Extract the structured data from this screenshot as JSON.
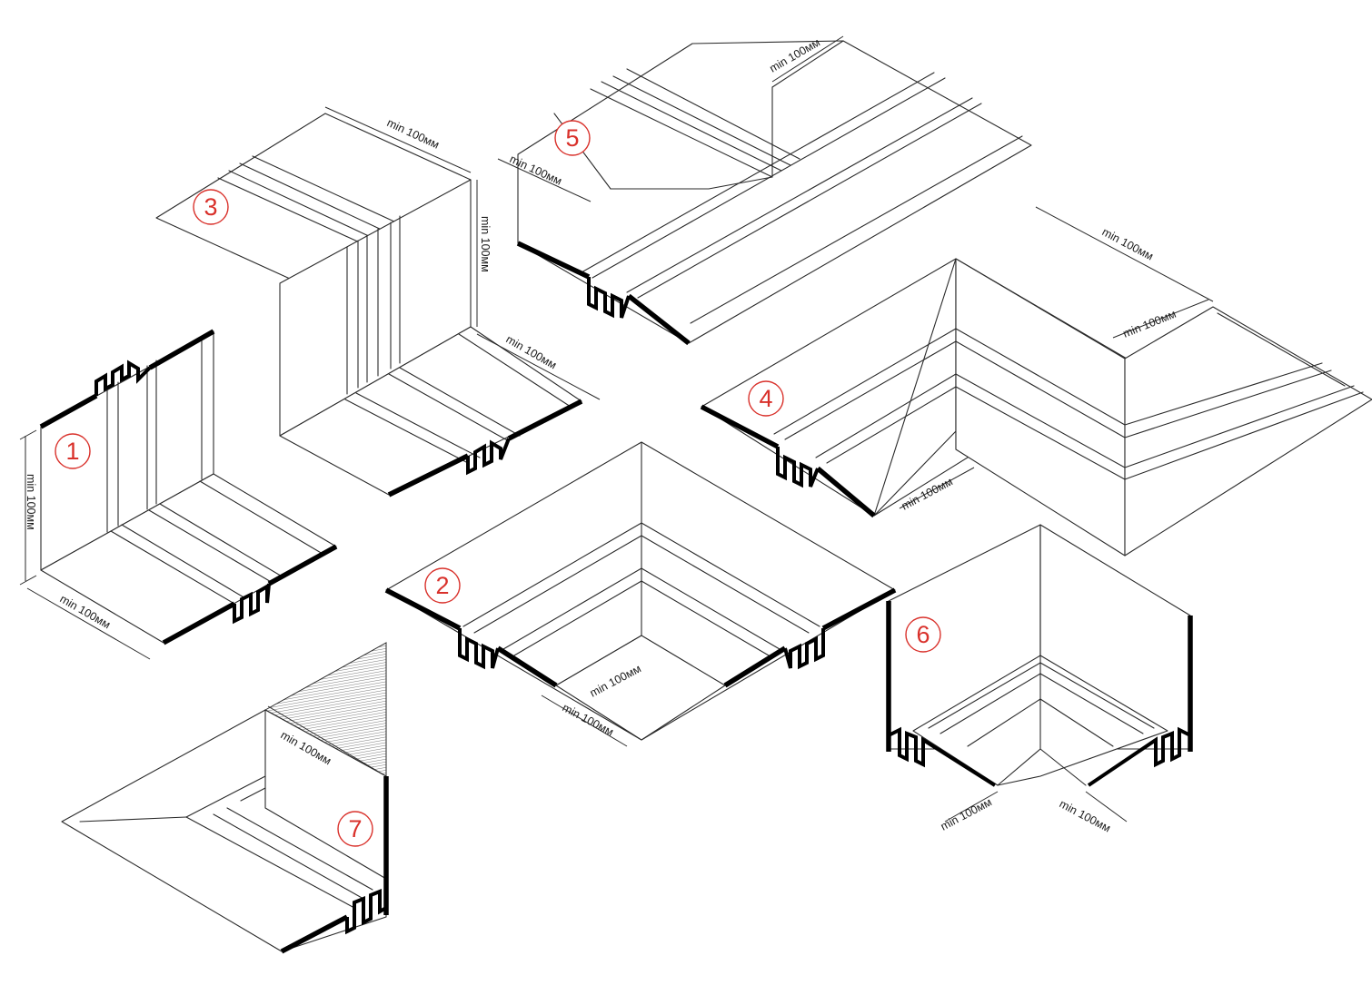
{
  "diagram": {
    "accent_color": "#d9312b",
    "line_color": "#2a2a2a",
    "dimension_label": "min 100мм",
    "pieces": [
      {
        "id": "1",
        "label": "1"
      },
      {
        "id": "2",
        "label": "2"
      },
      {
        "id": "3",
        "label": "3"
      },
      {
        "id": "4",
        "label": "4"
      },
      {
        "id": "5",
        "label": "5"
      },
      {
        "id": "6",
        "label": "6"
      },
      {
        "id": "7",
        "label": "7"
      }
    ]
  }
}
